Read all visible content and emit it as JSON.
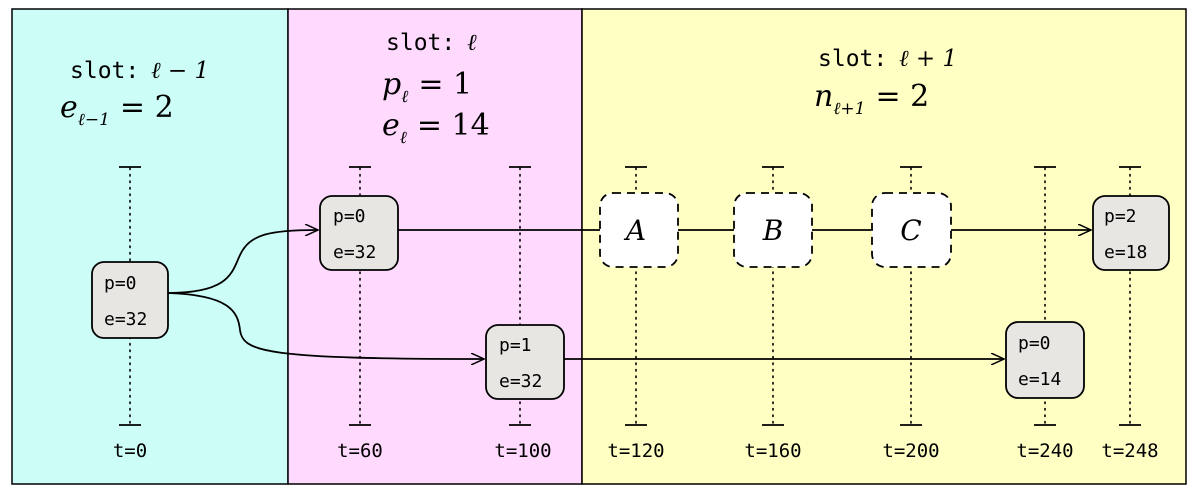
{
  "colors": {
    "slot_prev_bg": "#ccfdf7",
    "slot_curr_bg": "#ffd9fe",
    "slot_next_bg": "#ffffc4",
    "node_fill": "#e8e6e3",
    "placeholder_fill": "#ffffff",
    "line": "#000000"
  },
  "slots": [
    {
      "label": "slot:",
      "symbol": "ℓ − 1",
      "lines": [
        {
          "sym": "e",
          "sub": "ℓ−1",
          "value": "= 2"
        }
      ]
    },
    {
      "label": "slot:",
      "symbol": "ℓ",
      "lines": [
        {
          "sym": "p",
          "sub": "ℓ",
          "value": "= 1"
        },
        {
          "sym": "e",
          "sub": "ℓ",
          "value": "= 14"
        }
      ]
    },
    {
      "label": "slot:",
      "symbol": "ℓ + 1",
      "lines": [
        {
          "sym": "n",
          "sub": "ℓ+1",
          "value": "= 2"
        }
      ]
    }
  ],
  "timelines": [
    "t=0",
    "t=60",
    "t=100",
    "t=120",
    "t=160",
    "t=200",
    "t=240",
    "t=248"
  ],
  "nodes": [
    {
      "p": "p=0",
      "e": "e=32"
    },
    {
      "p": "p=0",
      "e": "e=32"
    },
    {
      "p": "p=1",
      "e": "e=32"
    },
    {
      "p": "p=2",
      "e": "e=18"
    },
    {
      "p": "p=0",
      "e": "e=14"
    }
  ],
  "placeholders": [
    "A",
    "B",
    "C"
  ]
}
